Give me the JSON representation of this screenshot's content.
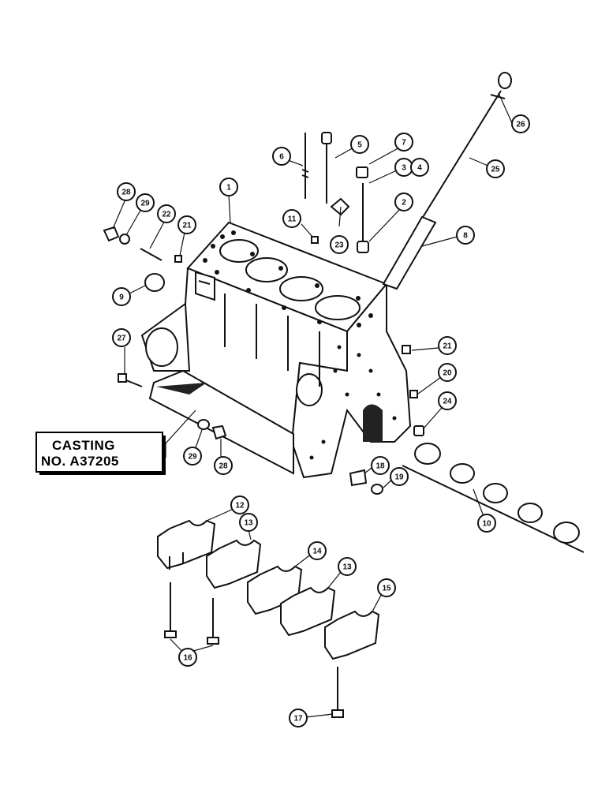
{
  "casting_label": {
    "line1": "CASTING",
    "line2": "NO. A37205"
  },
  "callouts": [
    {
      "id": "c1",
      "text": "1"
    },
    {
      "id": "c2",
      "text": "2"
    },
    {
      "id": "c3",
      "text": "3"
    },
    {
      "id": "c4",
      "text": "4"
    },
    {
      "id": "c5",
      "text": "5"
    },
    {
      "id": "c6",
      "text": "6"
    },
    {
      "id": "c7",
      "text": "7"
    },
    {
      "id": "c8",
      "text": "8"
    },
    {
      "id": "c9",
      "text": "9"
    },
    {
      "id": "c10",
      "text": "10"
    },
    {
      "id": "c11",
      "text": "11"
    },
    {
      "id": "c12",
      "text": "12"
    },
    {
      "id": "c13a",
      "text": "13"
    },
    {
      "id": "c13b",
      "text": "13"
    },
    {
      "id": "c14",
      "text": "14"
    },
    {
      "id": "c15",
      "text": "15"
    },
    {
      "id": "c16",
      "text": "16"
    },
    {
      "id": "c17",
      "text": "17"
    },
    {
      "id": "c18",
      "text": "18"
    },
    {
      "id": "c19",
      "text": "19"
    },
    {
      "id": "c20",
      "text": "20"
    },
    {
      "id": "c21a",
      "text": "21"
    },
    {
      "id": "c21b",
      "text": "21"
    },
    {
      "id": "c22",
      "text": "22"
    },
    {
      "id": "c23",
      "text": "23"
    },
    {
      "id": "c24",
      "text": "24"
    },
    {
      "id": "c25",
      "text": "25"
    },
    {
      "id": "c26",
      "text": "26"
    },
    {
      "id": "c27",
      "text": "27"
    },
    {
      "id": "c28a",
      "text": "28"
    },
    {
      "id": "c28b",
      "text": "28"
    },
    {
      "id": "c29a",
      "text": "29"
    },
    {
      "id": "c29b",
      "text": "29"
    }
  ]
}
